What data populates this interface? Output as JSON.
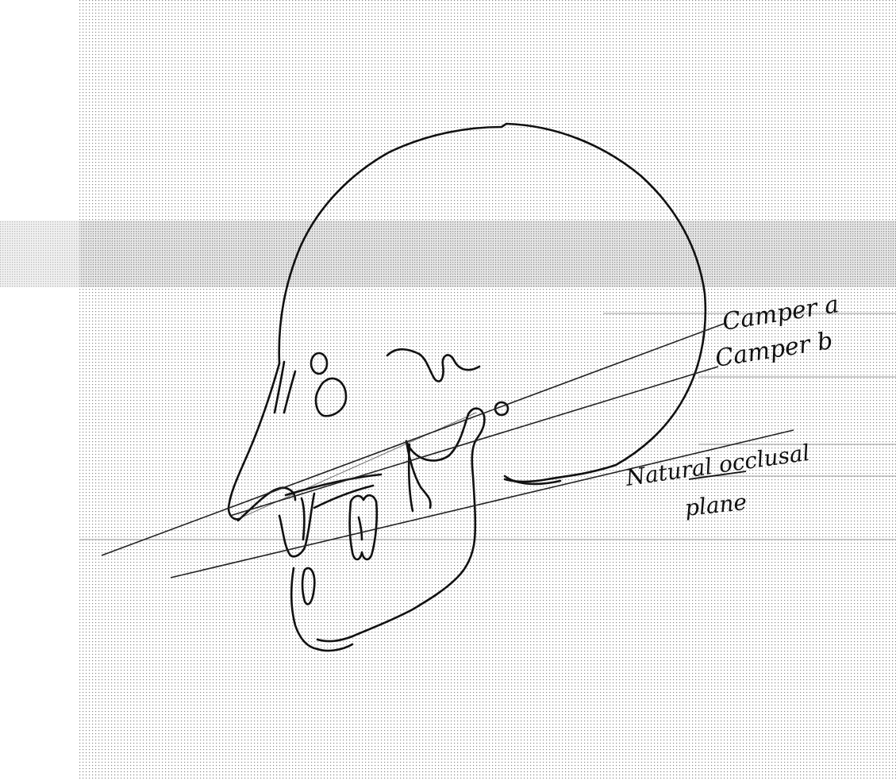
{
  "labels": {
    "camper_a": "Camper a",
    "camper_b": "Camper b",
    "natural_occlusal_line1": "Natural occlusal",
    "natural_occlusal_line2": "plane"
  },
  "colors": {
    "ink": "#111111",
    "paper": "#ffffff",
    "halftone": "#8a8a8a"
  }
}
